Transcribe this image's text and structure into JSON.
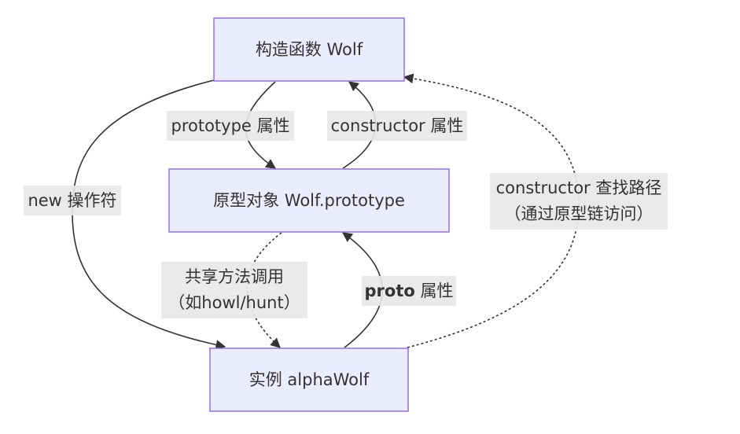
{
  "nodes": {
    "constructor": "构造函数 Wolf",
    "prototype": "原型对象 Wolf.prototype",
    "instance": "实例 alphaWolf"
  },
  "edges": {
    "new_operator": "new 操作符",
    "prototype_property": "prototype 属性",
    "constructor_property": "constructor 属性",
    "shared_methods_line1": "共享方法调用",
    "shared_methods_line2": "（如howl/hunt）",
    "proto_bold": "proto",
    "proto_suffix": " 属性",
    "constructor_lookup_line1": "constructor 查找路径",
    "constructor_lookup_line2": "（通过原型链访问）"
  },
  "colors": {
    "node_fill": "#ECECFF",
    "node_stroke": "#9370DB",
    "label_bg": "#e8e8e8",
    "line": "#333333"
  }
}
